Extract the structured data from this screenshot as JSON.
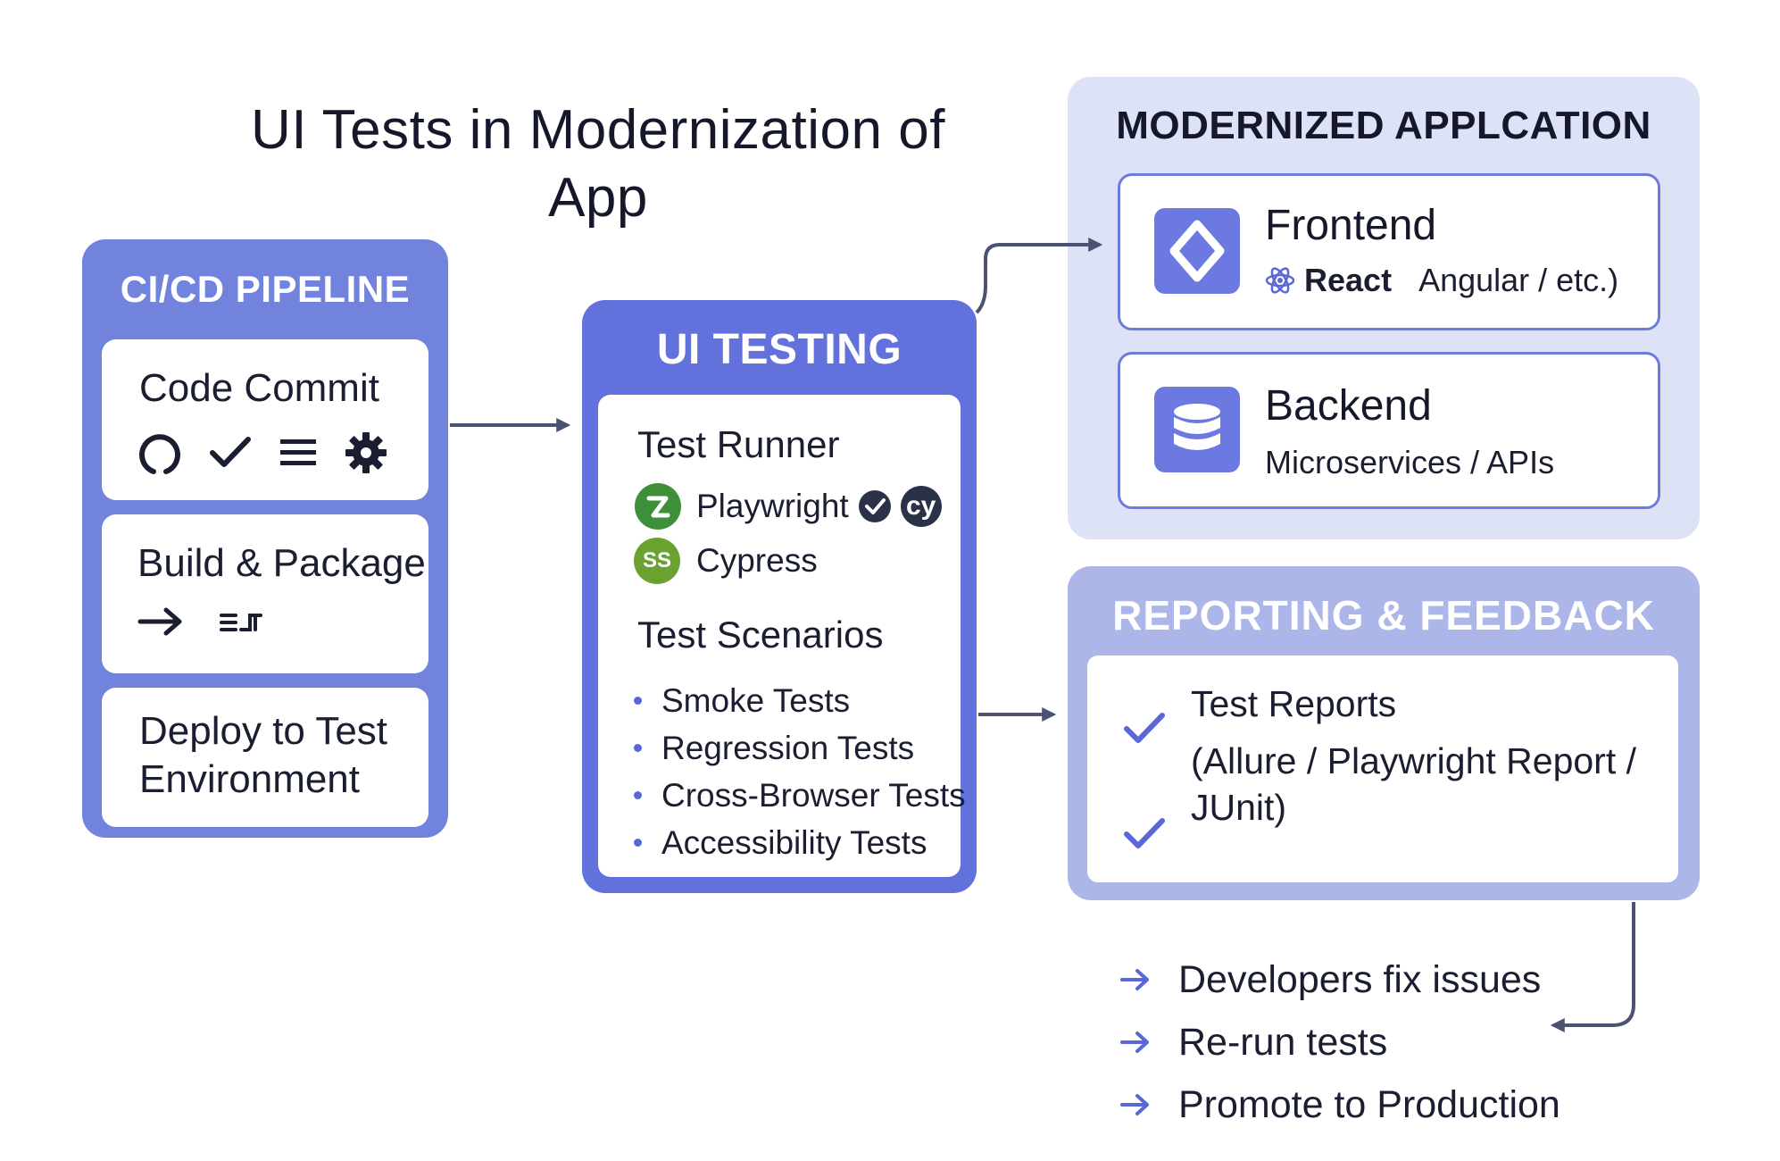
{
  "title": "UI Tests in Modernization of App",
  "cicd": {
    "title": "CI/CD PIPELINE",
    "cards": [
      {
        "label": "Code Commit",
        "icons": [
          "git-circle-icon",
          "check-icon",
          "list-icon",
          "gear-icon"
        ]
      },
      {
        "label": "Build & Package",
        "icons": [
          "arrow-right-icon",
          "build-icon"
        ]
      },
      {
        "label_line1": "Deploy to Test",
        "label_line2": "Environment"
      }
    ]
  },
  "ui_testing": {
    "title": "UI TESTING",
    "runner_heading": "Test Runner",
    "tools": [
      {
        "name": "Playwright",
        "badge": "cy"
      },
      {
        "name": "Cypress",
        "badge": "SS"
      }
    ],
    "scenarios_heading": "Test Scenarios",
    "scenarios": [
      "Smoke Tests",
      "Regression Tests",
      "Cross-Browser Tests",
      "Accessibility Tests"
    ]
  },
  "modernized": {
    "title": "MODERNIZED APPLCATION",
    "frontend": {
      "title": "Frontend",
      "sub_primary": "React",
      "sub_secondary": "Angular / etc.)"
    },
    "backend": {
      "title": "Backend",
      "sub": "Microservices / APIs"
    }
  },
  "reporting": {
    "title": "REPORTING & FEEDBACK",
    "line1": "Test Reports",
    "line2": "(Allure / Playwright Report /",
    "line3": "JUnit)"
  },
  "next_steps": [
    "Developers fix issues",
    "Re-run tests",
    "Promote to Production"
  ],
  "colors": {
    "cicd_bg": "#7183dc",
    "ui_testing_bg": "#6271dc",
    "modernized_bg": "#dde2f6",
    "reporting_bg": "#acb6e8",
    "arrow": "#4a5372",
    "accent": "#5b67d6",
    "playwright_green": "#3e8f3a",
    "cypress_green": "#6aa231"
  }
}
